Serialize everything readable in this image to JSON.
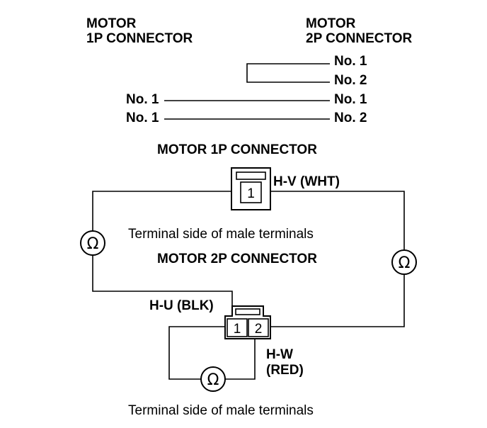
{
  "table": {
    "header_left": [
      "MOTOR",
      "1P CONNECTOR"
    ],
    "header_right": [
      "MOTOR",
      "2P CONNECTOR"
    ],
    "rows": [
      {
        "left": "",
        "right": "No. 1"
      },
      {
        "left": "",
        "right": "No. 2"
      },
      {
        "left": "No. 1",
        "right": "No. 1"
      },
      {
        "left": "No. 1",
        "right": "No. 2"
      }
    ]
  },
  "diagram": {
    "connector_1p_title": "MOTOR 1P CONNECTOR",
    "connector_1p_pin": "1",
    "wire_hv": "H-V (WHT)",
    "caption_1": "Terminal side of male terminals",
    "connector_2p_title": "MOTOR 2P CONNECTOR",
    "connector_2p_pins": [
      "1",
      "2"
    ],
    "wire_hu": "H-U (BLK)",
    "wire_hw": [
      "H-W",
      "(RED)"
    ],
    "ohmmeter_symbol": "Ω",
    "caption_2": "Terminal side of male terminals"
  }
}
